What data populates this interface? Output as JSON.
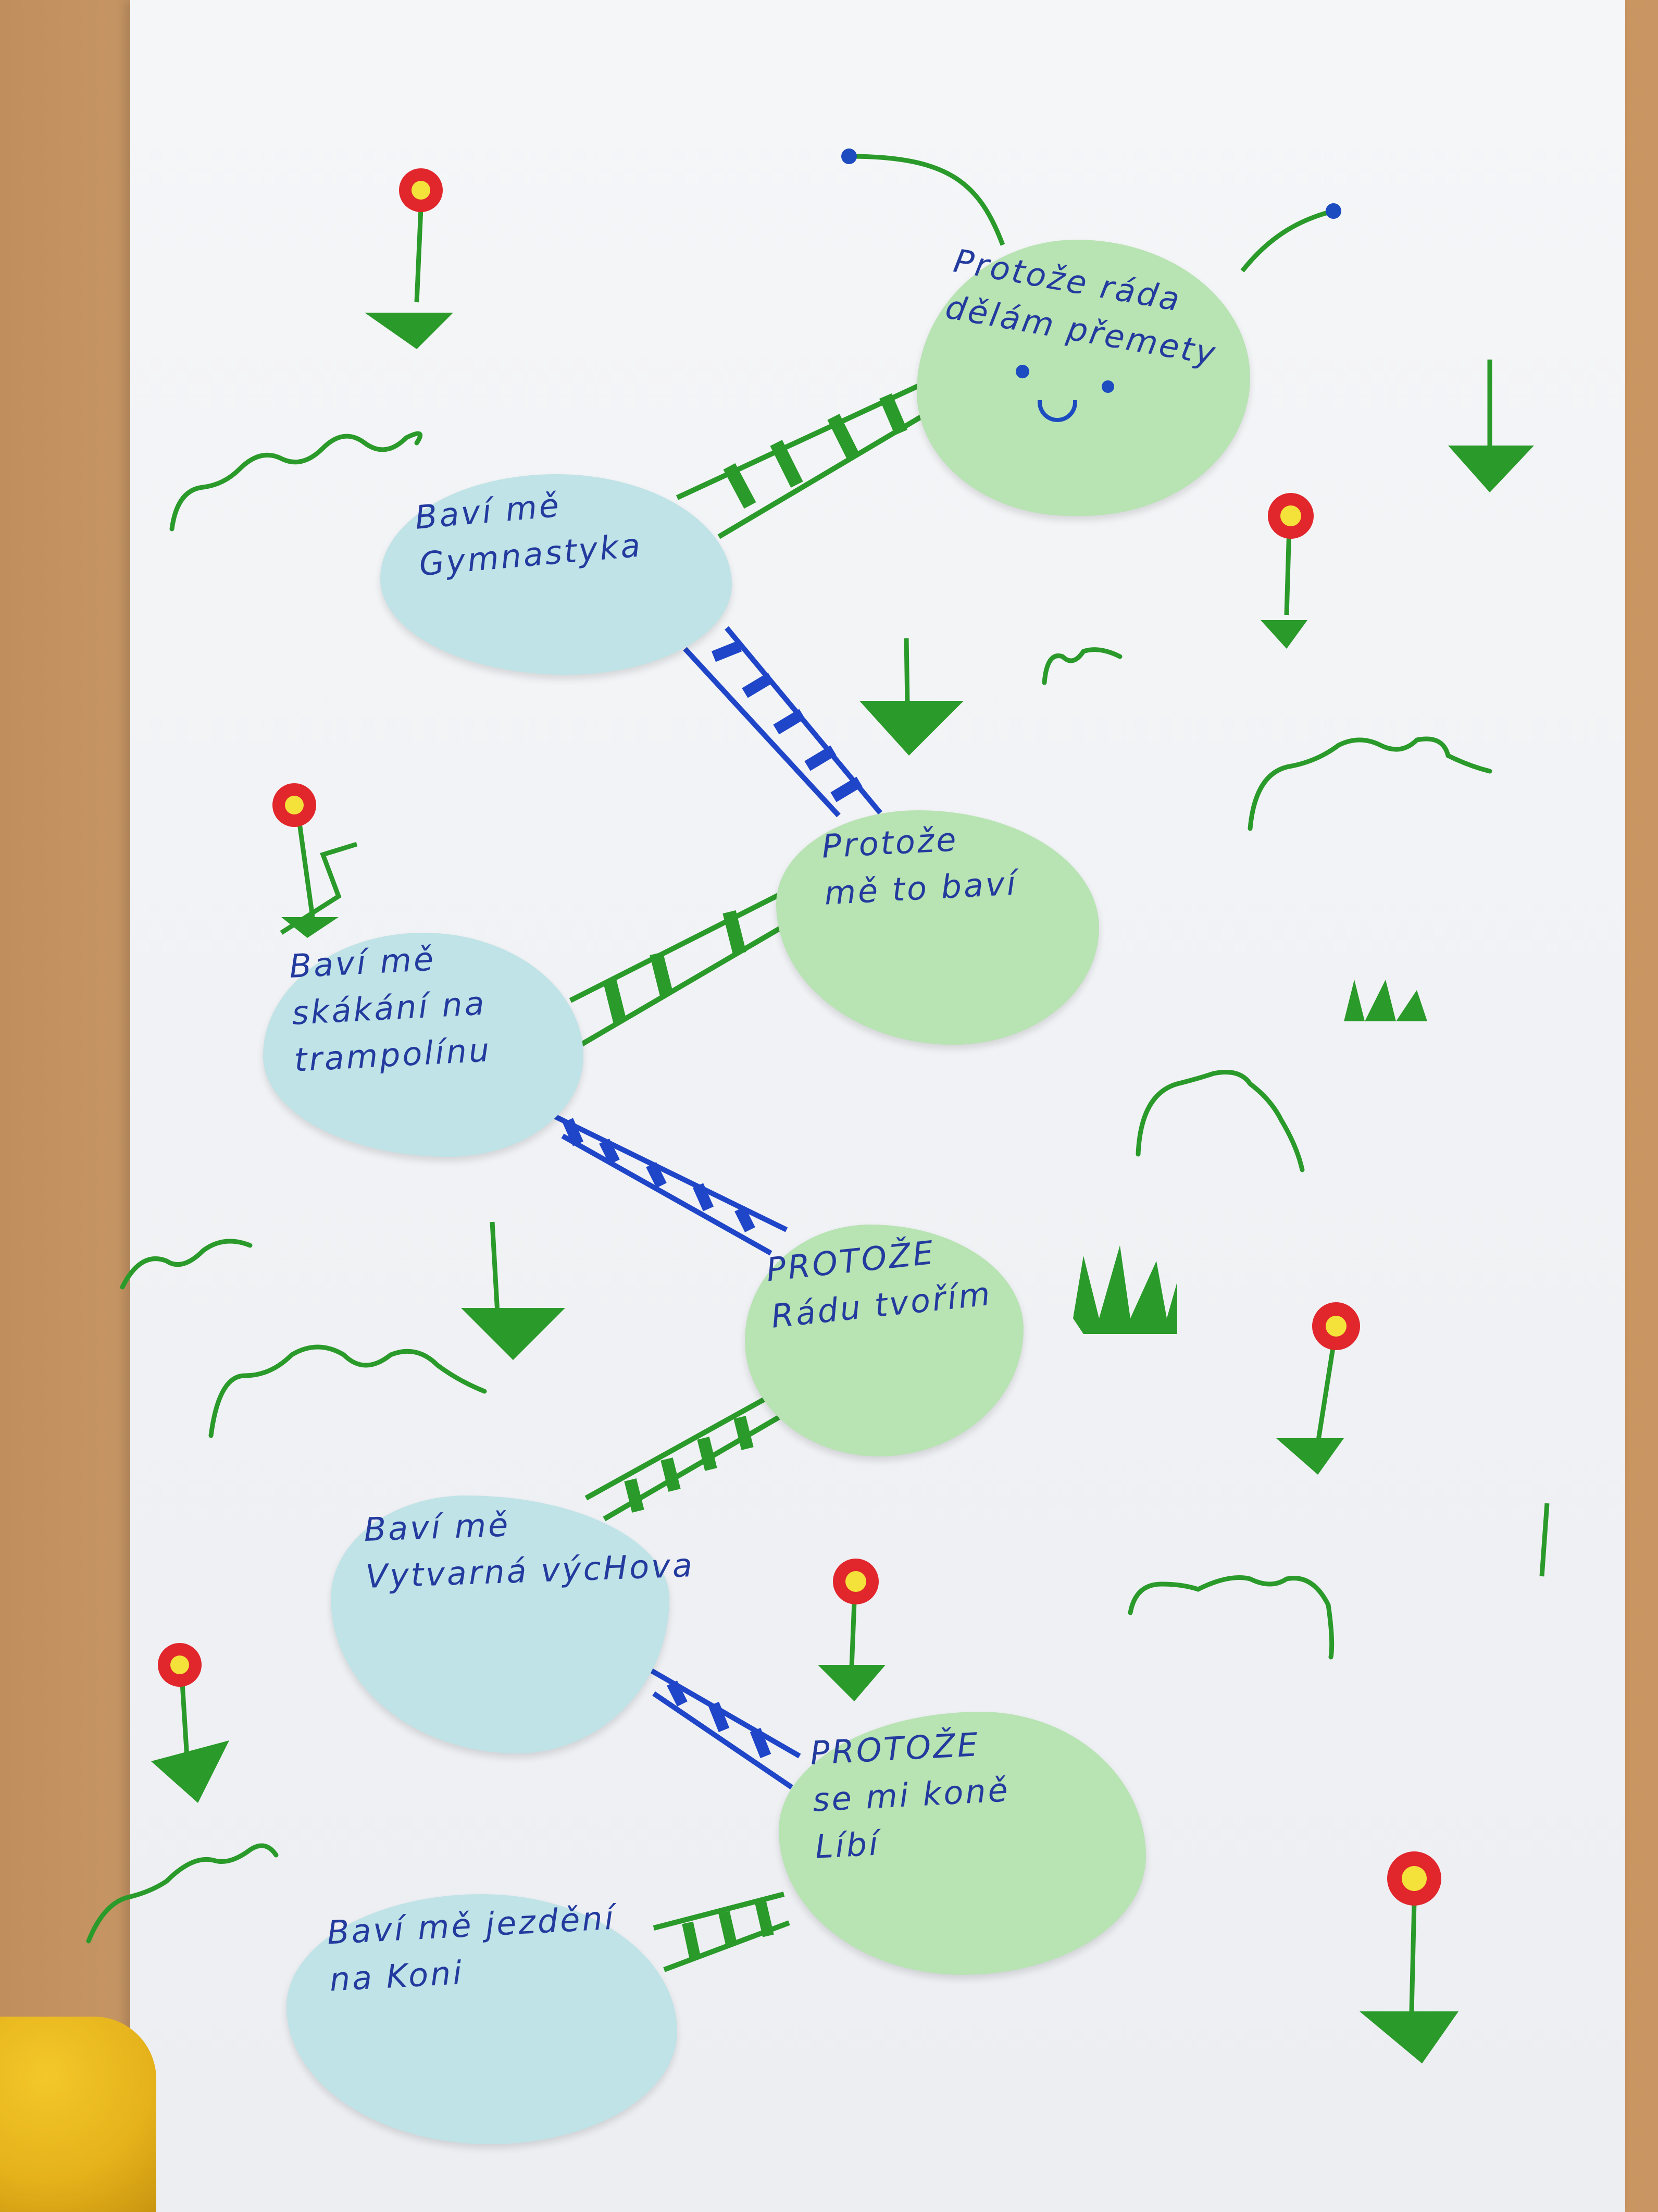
{
  "bubbles": [
    {
      "id": "top",
      "text": "Protože ráda\ndělám přemety",
      "color": "green"
    },
    {
      "id": "b1",
      "text": "Baví mě\nGymnastyka",
      "color": "blue"
    },
    {
      "id": "g2",
      "text": "Protože\nmě to baví",
      "color": "green"
    },
    {
      "id": "b2",
      "text": "Baví mě\nskákání na\ntrampolínu",
      "color": "blue"
    },
    {
      "id": "g3",
      "text": "PROTOŽE\nRádu tvořím",
      "color": "green"
    },
    {
      "id": "b3",
      "text": "Baví mě\nVytvarná výcHova",
      "color": "blue"
    },
    {
      "id": "g4",
      "text": "PROTOŽE\nse mi koně\nLíbí",
      "color": "green"
    },
    {
      "id": "b4",
      "text": "Baví mě jezdění\nna Koni",
      "color": "blue"
    }
  ],
  "colors": {
    "paper": "#f2f3f6",
    "green_bubble": "#b8e3b3",
    "blue_bubble": "#bfe3e6",
    "ink_blue": "#233a9e",
    "marker_green": "#2a9a2a",
    "flower_red": "#e1262c",
    "flower_yellow": "#f4e23a",
    "bug_dot_blue": "#1c4cbf"
  },
  "icons": [
    "flower-icon",
    "grass-tuft-icon",
    "squiggle-grass-icon",
    "ladder-connector-icon",
    "caterpillar-face-icon"
  ]
}
